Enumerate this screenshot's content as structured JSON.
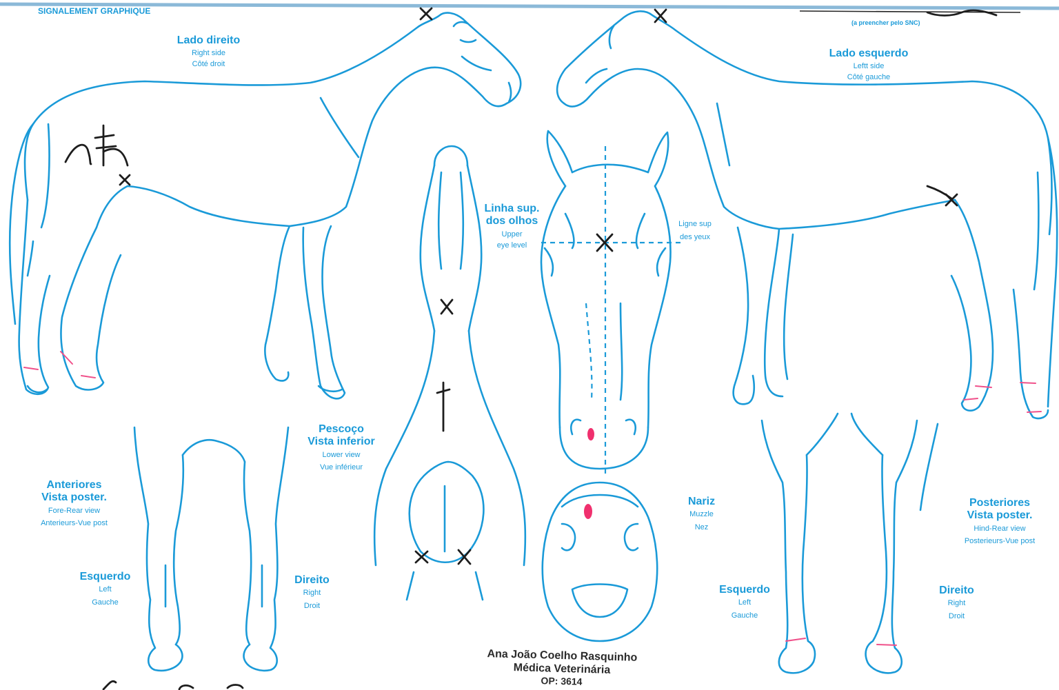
{
  "header": {
    "title": "SIGNALEMENT GRAPHIQUE",
    "note": "(a preencher pelo SNC)"
  },
  "views": {
    "right_side": {
      "title": "Lado direito",
      "en": "Right side",
      "fr": "Côté droit"
    },
    "left_side": {
      "title": "Lado esquerdo",
      "en": "Leftt side",
      "fr": "Côté gauche"
    },
    "eye_line": {
      "title1": "Linha sup.",
      "title2": "dos olhos",
      "en1": "Upper",
      "en2": "eye level",
      "fr1": "Ligne sup",
      "fr2": "des yeux"
    },
    "neck": {
      "title1": "Pescoço",
      "title2": "Vista inferior",
      "en": "Lower view",
      "fr": "Vue inférieur"
    },
    "fore_rear": {
      "title1": "Anteriores",
      "title2": "Vista poster.",
      "en": "Fore-Rear view",
      "fr": "Anterieurs-Vue post"
    },
    "fore_left": {
      "title": "Esquerdo",
      "en": "Left",
      "fr": "Gauche"
    },
    "fore_right": {
      "title": "Direito",
      "en": "Right",
      "fr": "Droit"
    },
    "muzzle": {
      "title": "Nariz",
      "en": "Muzzle",
      "fr": "Nez"
    },
    "hind_rear": {
      "title1": "Posteriores",
      "title2": "Vista poster.",
      "en": "Hind-Rear view",
      "fr": "Posterieurs-Vue post"
    },
    "hind_left": {
      "title": "Esquerdo",
      "en": "Left",
      "fr": "Gauche"
    },
    "hind_right": {
      "title": "Direito",
      "en": "Right",
      "fr": "Droit"
    }
  },
  "stamp": {
    "name": "Ana João Coelho Rasquinho",
    "role": "Médica Veterinária",
    "number": "OP: 3614"
  },
  "colors": {
    "outline": "#1a9ad8",
    "marking": "#f0508a",
    "ink": "#1d1d1d"
  }
}
